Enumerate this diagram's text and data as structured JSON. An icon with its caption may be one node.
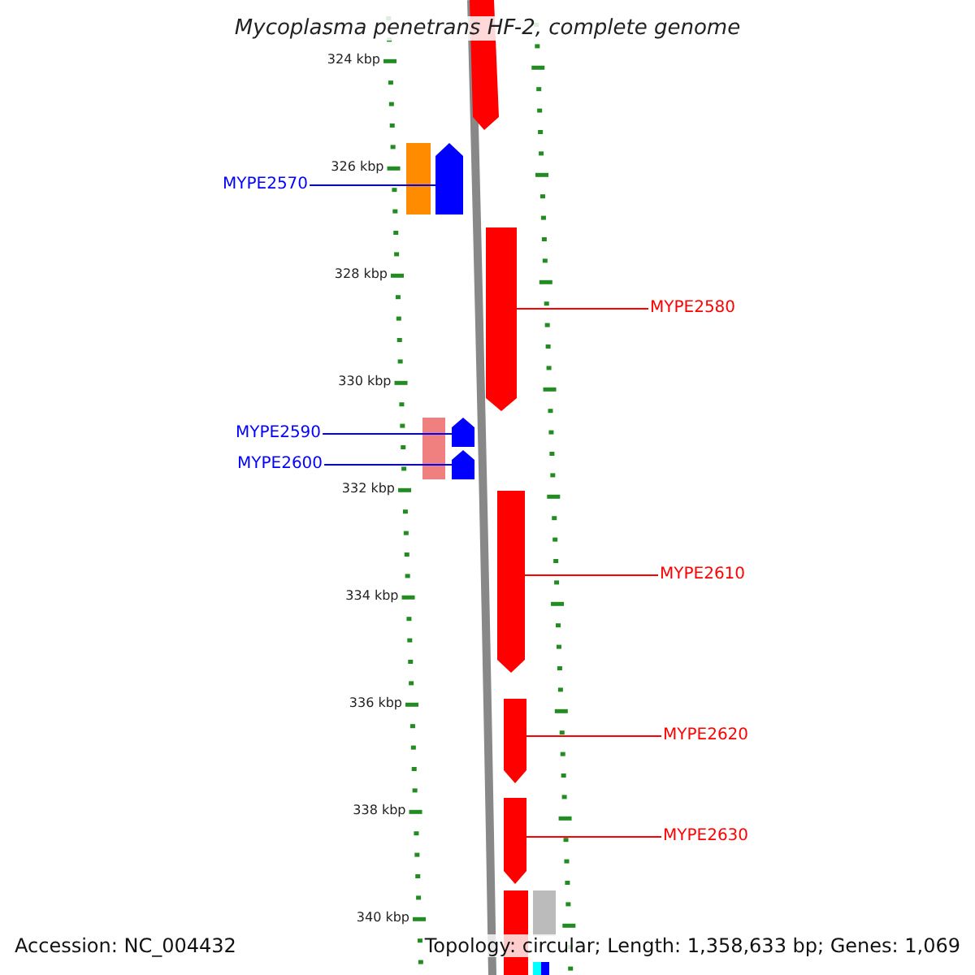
{
  "diagram": {
    "title": "Mycoplasma penetrans HF-2, complete genome",
    "nodes": [
      {
        "text": [
          "MYPE2570"
        ]
      },
      {
        "text": [],
        "shape": "bar"
      },
      {
        "text": [
          "MYPE2580"
        ]
      },
      {
        "text": [],
        "shape": "bar"
      },
      {
        "text": [
          "MYPE2590"
        ]
      },
      {
        "text": [],
        "shape": "bar"
      },
      {
        "text": [
          "MYPE2600"
        ]
      },
      {
        "text": [],
        "shape": "bar"
      },
      {
        "text": [
          "MYPE2610"
        ]
      },
      {
        "text": [],
        "shape": "bar"
      },
      {
        "text": [
          "MYPE2620"
        ]
      },
      {
        "text": [],
        "shape": "bar"
      },
      {
        "text": [
          "MYPE2630"
        ]
      },
      {
        "text": [],
        "shape": "bar"
      }
    ],
    "edges": [
      {
        "from": 0,
        "to": 1,
        "arrow": "none",
        "color": "#0000ff"
      },
      {
        "from": 2,
        "to": 3,
        "arrow": "none"
      },
      {
        "from": 4,
        "to": 5,
        "arrow": "none",
        "color": "#0000ff"
      },
      {
        "from": 6,
        "to": 7,
        "arrow": "none",
        "color": "#0000ff"
      },
      {
        "from": 8,
        "to": 9,
        "arrow": "none"
      },
      {
        "from": 10,
        "to": 11,
        "arrow": "none"
      },
      {
        "from": 12,
        "to": 13,
        "arrow": "none"
      }
    ],
    "labels": [
      "324 kbp",
      "326 kbp",
      "328 kbp",
      "330 kbp",
      "332 kbp",
      "334 kbp",
      "336 kbp",
      "338 kbp",
      "340 kbp",
      "Accession: NC_004432",
      "Topology: circular; Length: 1,358,633 bp; Genes: 1,069"
    ]
  }
}
